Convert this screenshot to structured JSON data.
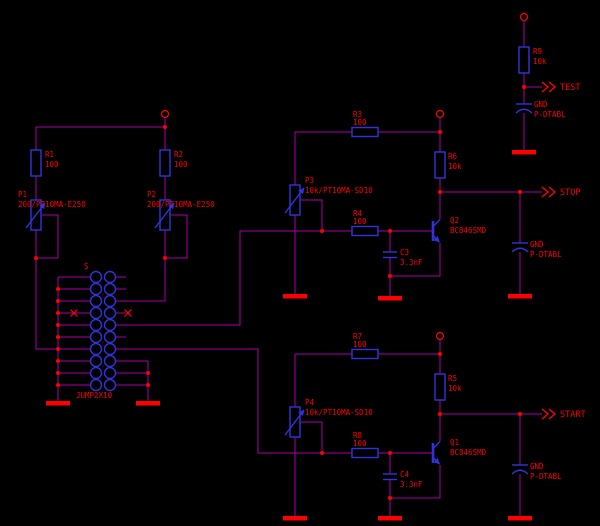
{
  "colors": {
    "background": "#000000",
    "wire": "#AA00AA",
    "symbol": "#3232DC",
    "accent": "#FF0000"
  },
  "ports": {
    "test": "TEST",
    "stop": "STOP",
    "start": "START"
  },
  "parts": {
    "R1": {
      "name": "R1",
      "value": "100"
    },
    "R2": {
      "name": "R2",
      "value": "100"
    },
    "R3": {
      "name": "R3",
      "value": "100"
    },
    "R4": {
      "name": "R4",
      "value": "100"
    },
    "R5": {
      "name": "R5",
      "value": "10k"
    },
    "R6": {
      "name": "R6",
      "value": "10k"
    },
    "R7": {
      "name": "R7",
      "value": "100"
    },
    "R8": {
      "name": "R8",
      "value": "100"
    },
    "R9": {
      "name": "R9",
      "value": "10k"
    },
    "P1": {
      "name": "P1",
      "value": "200/PT10MA-E250"
    },
    "P2": {
      "name": "P2",
      "value": "200/PT10MA-E250"
    },
    "P3": {
      "name": "P3",
      "value": "10k/PT10MA-SD10"
    },
    "P4": {
      "name": "P4",
      "value": "10k/PT10MA-SD10"
    },
    "C3": {
      "name": "C3",
      "value": "3.3nF"
    },
    "C4": {
      "name": "C4",
      "value": "3.3nF"
    },
    "Q1": {
      "name": "Q1",
      "value": "BC846SMD"
    },
    "Q2": {
      "name": "Q2",
      "value": "BC846SMD"
    },
    "S": {
      "name": "S",
      "value": "JUMP2X10"
    },
    "PAD_TEST": {
      "name": "GND",
      "value": "P-DTABL"
    },
    "PAD_STOP": {
      "name": "GND",
      "value": "P-DTABL"
    },
    "PAD_START": {
      "name": "GND",
      "value": "P-DTABL"
    }
  }
}
